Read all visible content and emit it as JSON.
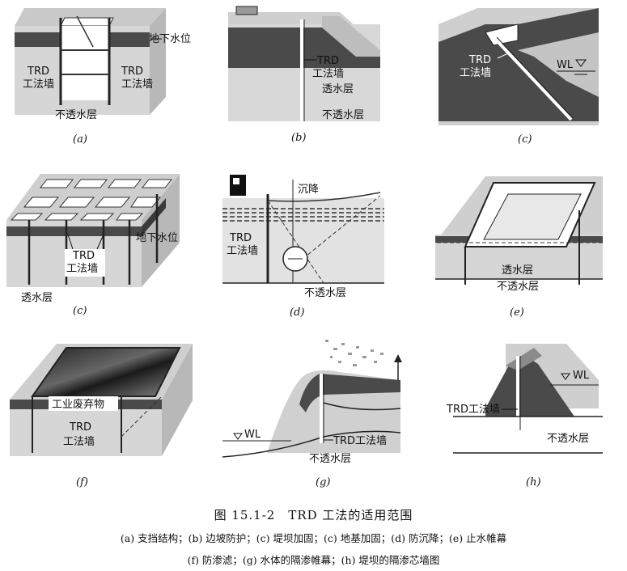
{
  "labels": {
    "a_groundwater": "地下水位",
    "a_trd_left_1": "TRD",
    "a_trd_left_2": "工法墙",
    "a_trd_right_1": "TRD",
    "a_trd_right_2": "工法墙",
    "a_impermeable": "不透水层",
    "b_trd_1": "TRD",
    "b_trd_2": "工法墙",
    "b_permeable": "透水层",
    "b_impermeable": "不透水层",
    "c_trd_1": "TRD",
    "c_trd_2": "工法墙",
    "c_wl": "WL",
    "c2_groundwater": "地下水位",
    "c2_trd_1": "TRD",
    "c2_trd_2": "工法墙",
    "c2_permeable": "透水层",
    "d_settlement": "沉降",
    "d_trd_1": "TRD",
    "d_trd_2": "工法墙",
    "d_impermeable": "不透水层",
    "e_permeable": "透水层",
    "e_impermeable": "不透水层",
    "f_waste": "工业废弃物",
    "f_trd_1": "TRD",
    "f_trd_2": "工法墙",
    "g_wl": "WL",
    "g_trd": "TRD工法墙",
    "g_impermeable": "不透水层",
    "h_wl": "WL",
    "h_trd": "TRD工法墙",
    "h_impermeable": "不透水层"
  },
  "subfigures": {
    "a": "(a)",
    "b": "(b)",
    "c": "(c)",
    "c2": "(c)",
    "d": "(d)",
    "e": "(e)",
    "f": "(f)",
    "g": "(g)",
    "h": "(h)"
  },
  "caption": {
    "title": "图 15.1-2　TRD 工法的适用范围",
    "line1": "(a) 支挡结构；(b) 边坡防护；(c) 堤坝加固；(c) 地基加固；(d) 防沉降；(e) 止水帷幕",
    "line2": "(f) 防渗滤；(g) 水体的隔渗帷幕；(h) 堤坝的隔渗芯墙图"
  },
  "colors": {
    "dark_layer": "#4a4a4a",
    "mid_gray": "#8a8a8a",
    "light_gray": "#c9c9c9",
    "background": "#ffffff"
  }
}
